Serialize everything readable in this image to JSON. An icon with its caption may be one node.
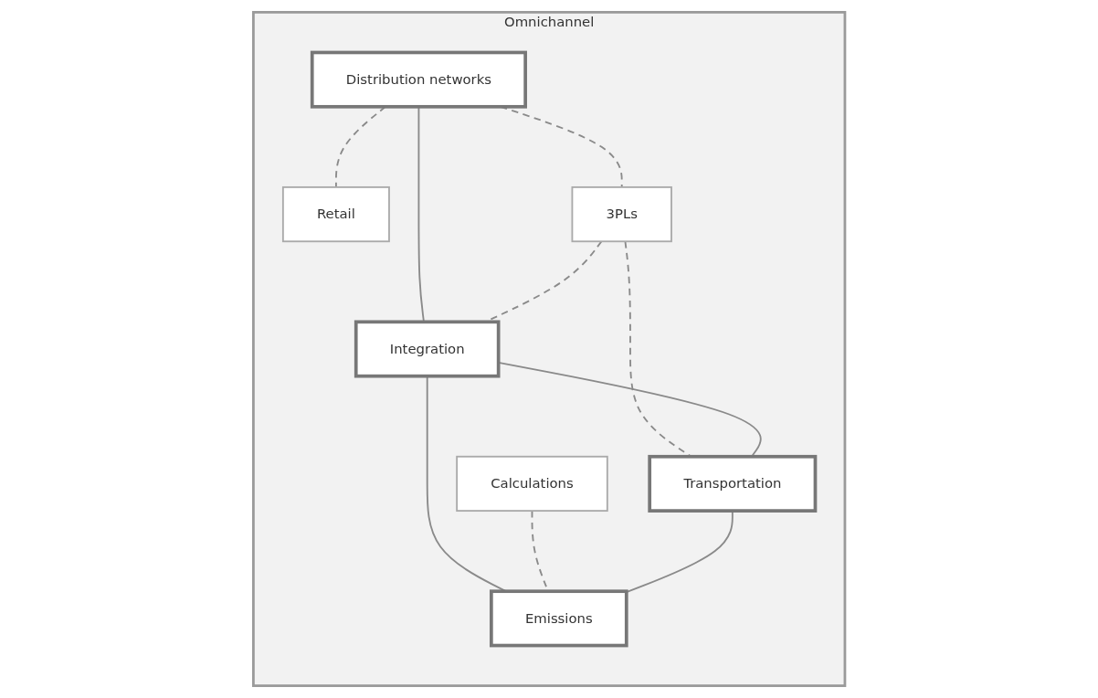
{
  "diagram": {
    "nodes": [
      {
        "text": [
          "Omnichannel"
        ]
      },
      {
        "text": [
          "Distribution networks"
        ],
        "in": 0
      },
      {
        "text": [
          "Retail"
        ],
        "in": 0
      },
      {
        "text": [
          "Calculations"
        ],
        "in": 0
      },
      {
        "text": [
          "3PLs"
        ],
        "in": 0
      },
      {
        "text": [
          "Integration"
        ],
        "in": 0
      },
      {
        "text": [
          "Emissions"
        ],
        "in": 0
      },
      {
        "text": [
          "Transportation"
        ],
        "in": 0
      }
    ],
    "edges": [
      {
        "from": 1,
        "to": 2,
        "arrow": "none",
        "style": "dashed"
      },
      {
        "from": 1,
        "to": 5,
        "arrow": "none"
      },
      {
        "from": 1,
        "to": 4,
        "arrow": "none",
        "style": "dashed"
      },
      {
        "from": 4,
        "to": 5,
        "arrow": "none",
        "style": "dashed"
      },
      {
        "from": 4,
        "to": 7,
        "arrow": "none",
        "style": "dashed"
      },
      {
        "from": 5,
        "to": 7,
        "arrow": "none"
      },
      {
        "from": 5,
        "to": 6,
        "arrow": "none"
      },
      {
        "from": 3,
        "to": 6,
        "arrow": "none",
        "style": "dashed"
      },
      {
        "from": 7,
        "to": 6,
        "arrow": "none"
      }
    ]
  }
}
